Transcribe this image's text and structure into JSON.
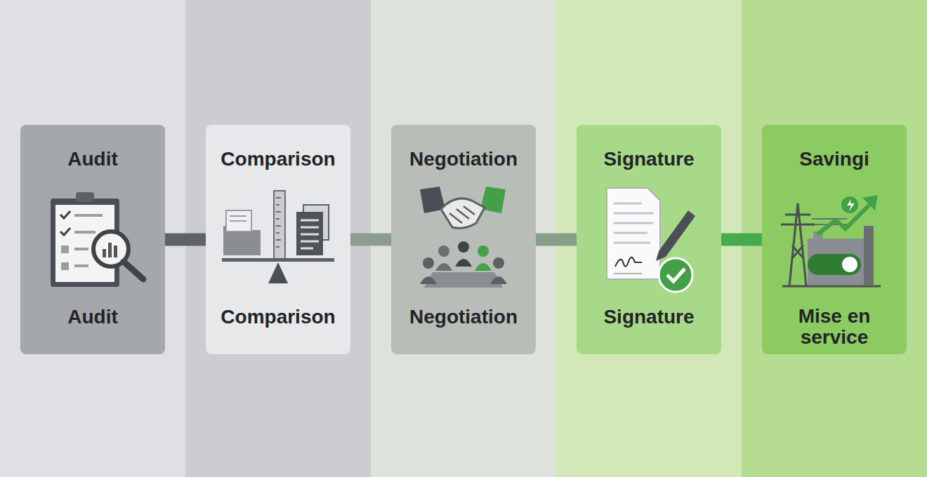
{
  "diagram": {
    "nodes": [
      {
        "text": [
          "Audit",
          "Audit"
        ]
      },
      {
        "text": [
          "Comparison",
          "Comparison"
        ]
      },
      {
        "text": [
          "Negotiation",
          "Negotiation"
        ]
      },
      {
        "text": [
          "Signature",
          "Signature"
        ]
      },
      {
        "text": [
          "Savingi",
          "Mise en service"
        ]
      }
    ],
    "edges": [
      {
        "from": 0,
        "to": 1,
        "arrow": "none"
      },
      {
        "from": 1,
        "to": 2,
        "arrow": "none"
      },
      {
        "from": 2,
        "to": 3,
        "arrow": "none"
      },
      {
        "from": 3,
        "to": 4,
        "arrow": "none"
      }
    ]
  }
}
